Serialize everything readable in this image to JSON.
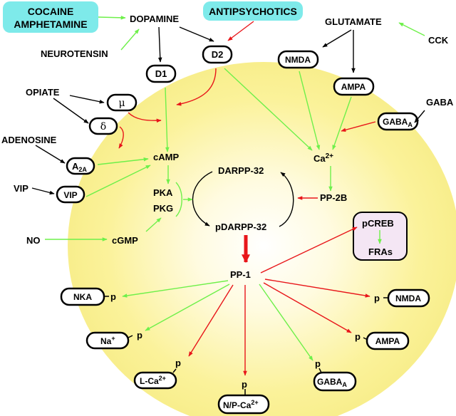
{
  "title": "DARPP-32 signaling pathway",
  "colors": {
    "stimulatory": "#6ef04a",
    "inhibitory": "#e8161a",
    "neutral": "#000000",
    "cell": "#fbf29a",
    "drug_box": "#7eeaea",
    "nucleus_box": "#f4e6f4"
  },
  "drugs": {
    "cocaine": "COCAINE",
    "amphetamine": "AMPHETAMINE",
    "antipsychotics": "ANTIPSYCHOTICS"
  },
  "ligands": {
    "dopamine": "DOPAMINE",
    "neurotensin": "NEUROTENSIN",
    "glutamate": "GLUTAMATE",
    "cck": "CCK",
    "opiate": "OPIATE",
    "adenosine": "ADENOSINE",
    "gaba": "GABA",
    "vip": "VIP",
    "no": "NO"
  },
  "receptors": {
    "d1": "D1",
    "d2": "D2",
    "nmda": "NMDA",
    "ampa": "AMPA",
    "mu": "μ",
    "delta": "δ",
    "a2a": "A",
    "a2a_sub": "2A",
    "gabaa": "GABA",
    "gabaa_sub": "A",
    "vip": "VIP"
  },
  "messengers": {
    "camp": "cAMP",
    "cgmp": "cGMP",
    "ca": "Ca",
    "ca_sup": "2+",
    "pka": "PKA",
    "pkg": "PKG",
    "pp2b": "PP-2B",
    "darpp": "DARPP-32",
    "pdarpp": "pDARPP-32",
    "pp1": "PP-1"
  },
  "nucleus": {
    "pcreb": "pCREB",
    "fras": "FRAs"
  },
  "phospho_label": "p",
  "targets": {
    "nka": "NKA",
    "na": "Na",
    "na_sup": "+",
    "lca": "L-Ca",
    "lca_sup": "2+",
    "npca": "N/P-Ca",
    "npca_sup": "2+",
    "gabaa": "GABA",
    "gabaa_sub": "A",
    "ampa": "AMPA",
    "nmda": "NMDA"
  }
}
